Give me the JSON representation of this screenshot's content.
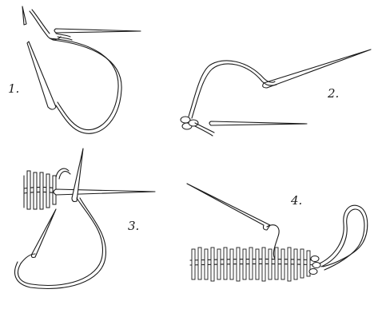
{
  "steps": [
    {
      "label": "1."
    },
    {
      "label": "2."
    },
    {
      "label": "3."
    },
    {
      "label": "4."
    }
  ]
}
